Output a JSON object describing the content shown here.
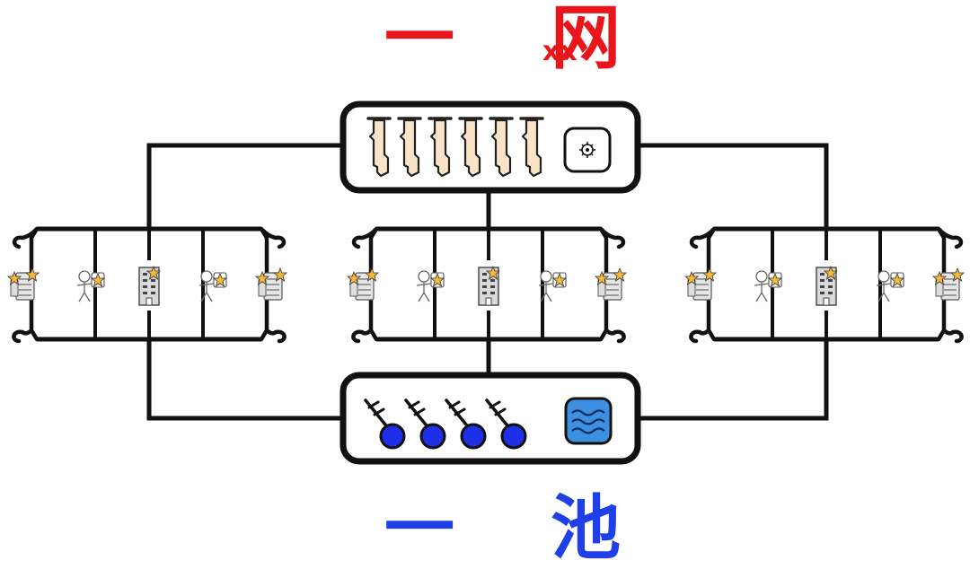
{
  "colors": {
    "line": "#111111",
    "top_text": "#e8161b",
    "bottom_text": "#1f3fe8",
    "key_fill": "#fbe3c8",
    "pool_node": "#1f2fe8",
    "water_fill": "#3d8fe0",
    "star": "#f5b83a",
    "building": "#d9d9d9"
  },
  "diagram": {
    "top_label": "一 网",
    "top_label_inner": "xx",
    "bottom_label": "一 池",
    "top_box": {
      "icons": [
        "key-icon",
        "key-icon",
        "key-icon",
        "key-icon",
        "key-icon",
        "key-icon"
      ],
      "badge": "gear-icon"
    },
    "bottom_box": {
      "icons": [
        "node-icon",
        "node-icon",
        "node-icon",
        "node-icon"
      ],
      "badge": "water-icon"
    },
    "groups": [
      {
        "name": "left-group",
        "members": [
          "server-star-icon",
          "person-star-icon",
          "building-star-icon",
          "person-star-icon",
          "server-star-icon"
        ]
      },
      {
        "name": "middle-group",
        "members": [
          "server-star-icon",
          "person-star-icon",
          "building-star-icon",
          "person-star-icon",
          "server-star-icon"
        ]
      },
      {
        "name": "right-group",
        "members": [
          "server-star-icon",
          "person-star-icon",
          "building-star-icon",
          "person-star-icon",
          "server-star-icon"
        ]
      }
    ]
  }
}
